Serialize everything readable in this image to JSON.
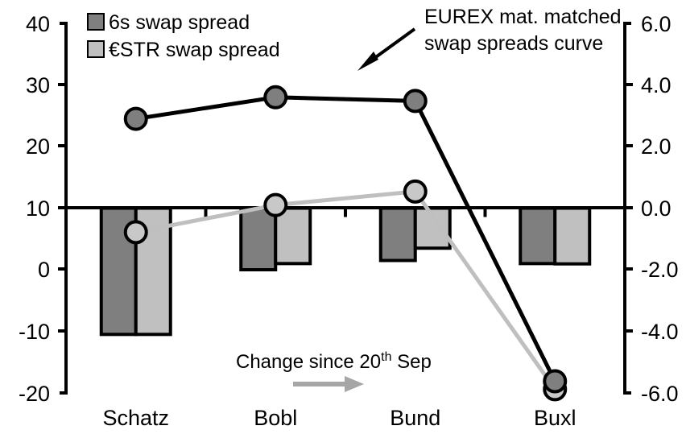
{
  "chart_data": {
    "type": "bar",
    "title": "",
    "subtitle": "",
    "xlabel": "",
    "ylabel": "",
    "categories": [
      "Schatz",
      "Bobl",
      "Bund",
      "Buxl"
    ],
    "left_axis": {
      "label": "",
      "ticks": [
        "40",
        "30",
        "20",
        "10",
        "0",
        "-10",
        "-20"
      ],
      "tick_values": [
        40,
        30,
        20,
        10,
        0,
        -10,
        -20
      ],
      "ylim": [
        -20,
        40
      ]
    },
    "right_axis": {
      "label": "",
      "ticks": [
        "6.0",
        "4.0",
        "2.0",
        "0.0",
        "-2.0",
        "-4.0",
        "-6.0"
      ],
      "tick_values": [
        6.0,
        4.0,
        2.0,
        0.0,
        -2.0,
        -4.0,
        -6.0
      ],
      "ylim": [
        -6.0,
        6.0
      ]
    },
    "grid": false,
    "legend_position": "top-left",
    "series": [
      {
        "name": "6s swap spread",
        "kind": "bar",
        "axis": "right",
        "color": "#7f7f7f",
        "values": [
          -4.1,
          -2.0,
          -1.7,
          -1.8
        ]
      },
      {
        "name": "€STR swap spread",
        "kind": "bar",
        "axis": "right",
        "color": "#c0c0c0",
        "values": [
          -4.1,
          -1.8,
          -1.3,
          -1.81
        ]
      },
      {
        "name": "EUREX mat. matched swap spreads curve",
        "kind": "line",
        "axis": "left",
        "color": "#000000",
        "marker_fill": "#7f7f7f",
        "values": [
          24.5,
          28.0,
          27.4,
          -18.1
        ]
      },
      {
        "name": "€STR swap spread curve",
        "kind": "line",
        "axis": "left",
        "color": "#bfbfbf",
        "marker_fill": "#c8c8c8",
        "values": [
          6.1,
          10.5,
          12.7,
          -19.4
        ]
      }
    ],
    "annotations": [
      {
        "name": "eurex-curve-annotation",
        "lines": [
          "EUREX mat. matched",
          "swap spreads curve"
        ],
        "has_arrow": true
      },
      {
        "name": "change-since-note",
        "text_before": "Change since 20",
        "superscript": "th",
        "text_after": " Sep",
        "has_arrow": true,
        "arrow_color": "#a6a6a6"
      }
    ]
  },
  "legend": {
    "items": [
      {
        "label": "6s swap spread",
        "color": "#7f7f7f"
      },
      {
        "label": "€STR swap spread",
        "color": "#c0c0c0"
      }
    ]
  },
  "colors": {
    "dark_gray": "#7f7f7f",
    "light_gray": "#c0c0c0",
    "axis": "#000000",
    "note_arrow": "#a6a6a6"
  }
}
